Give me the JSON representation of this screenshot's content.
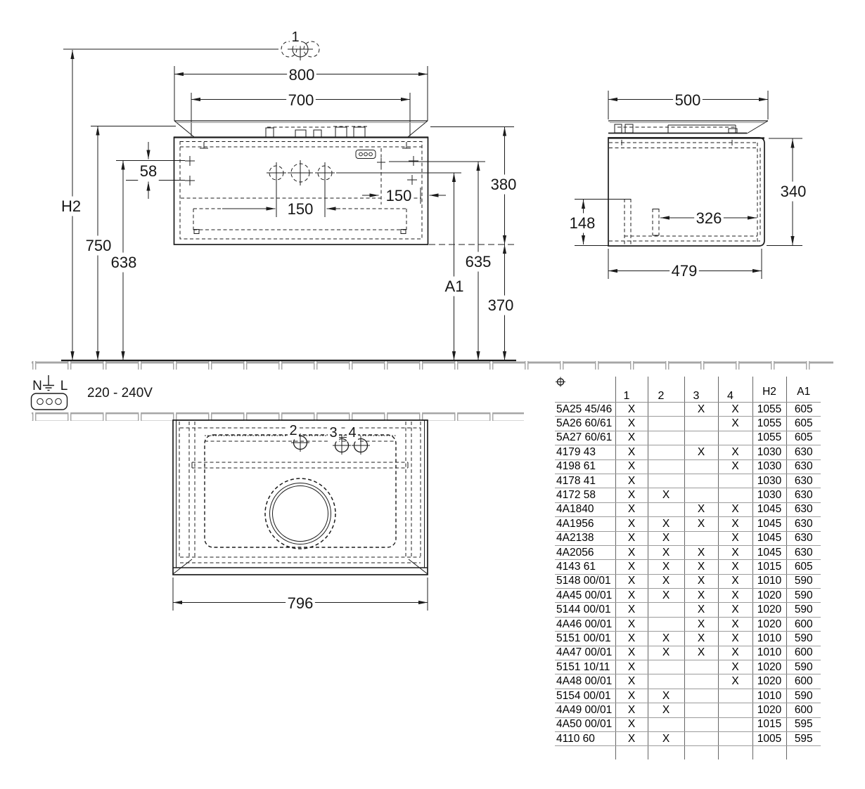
{
  "front_view": {
    "tap_symbol_label": "1",
    "h2": "H2",
    "d750": "750",
    "d638": "638",
    "d58": "58",
    "d800": "800",
    "d700": "700",
    "d150_left": "150",
    "d150_right": "150",
    "d380": "380",
    "d635": "635",
    "a1": "A1",
    "d370": "370"
  },
  "side_view": {
    "d500": "500",
    "d340": "340",
    "d148": "148",
    "d326": "326",
    "d479": "479"
  },
  "plan_view": {
    "hole2": "2",
    "hole3": "3",
    "hole4": "4",
    "d796": "796"
  },
  "electrical": {
    "neutral": "N",
    "line": "L",
    "voltage": "220 - 240V"
  },
  "table": {
    "hole_headers": [
      "1",
      "2",
      "3",
      "4"
    ],
    "h2_header": "H2",
    "a1_header": "A1",
    "rows": [
      {
        "model": "5A25 45/46",
        "holes": [
          "X",
          "",
          "X",
          "X"
        ],
        "h2": "1055",
        "a1": "605"
      },
      {
        "model": "5A26 60/61",
        "holes": [
          "X",
          "",
          "",
          "X"
        ],
        "h2": "1055",
        "a1": "605"
      },
      {
        "model": "5A27 60/61",
        "holes": [
          "X",
          "",
          "",
          ""
        ],
        "h2": "1055",
        "a1": "605"
      },
      {
        "model": "4179 43",
        "holes": [
          "X",
          "",
          "X",
          "X"
        ],
        "h2": "1030",
        "a1": "630"
      },
      {
        "model": "4198 61",
        "holes": [
          "X",
          "",
          "",
          "X"
        ],
        "h2": "1030",
        "a1": "630"
      },
      {
        "model": "4178 41",
        "holes": [
          "X",
          "",
          "",
          ""
        ],
        "h2": "1030",
        "a1": "630"
      },
      {
        "model": "4172 58",
        "holes": [
          "X",
          "X",
          "",
          ""
        ],
        "h2": "1030",
        "a1": "630"
      },
      {
        "model": "4A1840",
        "holes": [
          "X",
          "",
          "X",
          "X"
        ],
        "h2": "1045",
        "a1": "630"
      },
      {
        "model": "4A1956",
        "holes": [
          "X",
          "X",
          "X",
          "X"
        ],
        "h2": "1045",
        "a1": "630"
      },
      {
        "model": "4A2138",
        "holes": [
          "X",
          "X",
          "",
          "X"
        ],
        "h2": "1045",
        "a1": "630"
      },
      {
        "model": "4A2056",
        "holes": [
          "X",
          "X",
          "X",
          "X"
        ],
        "h2": "1045",
        "a1": "630"
      },
      {
        "model": "4143 61",
        "holes": [
          "X",
          "X",
          "X",
          "X"
        ],
        "h2": "1015",
        "a1": "605"
      },
      {
        "model": "5148 00/01",
        "holes": [
          "X",
          "X",
          "X",
          "X"
        ],
        "h2": "1010",
        "a1": "590"
      },
      {
        "model": "4A45 00/01",
        "holes": [
          "X",
          "X",
          "X",
          "X"
        ],
        "h2": "1020",
        "a1": "590"
      },
      {
        "model": "5144 00/01",
        "holes": [
          "X",
          "",
          "X",
          "X"
        ],
        "h2": "1020",
        "a1": "590"
      },
      {
        "model": "4A46 00/01",
        "holes": [
          "X",
          "",
          "X",
          "X"
        ],
        "h2": "1020",
        "a1": "600"
      },
      {
        "model": "5151 00/01",
        "holes": [
          "X",
          "X",
          "X",
          "X"
        ],
        "h2": "1010",
        "a1": "590"
      },
      {
        "model": "4A47 00/01",
        "holes": [
          "X",
          "X",
          "X",
          "X"
        ],
        "h2": "1010",
        "a1": "600"
      },
      {
        "model": "5151 10/11",
        "holes": [
          "X",
          "",
          "",
          "X"
        ],
        "h2": "1020",
        "a1": "590"
      },
      {
        "model": "4A48 00/01",
        "holes": [
          "X",
          "",
          "",
          "X"
        ],
        "h2": "1020",
        "a1": "600"
      },
      {
        "model": "5154 00/01",
        "holes": [
          "X",
          "X",
          "",
          ""
        ],
        "h2": "1010",
        "a1": "590"
      },
      {
        "model": "4A49 00/01",
        "holes": [
          "X",
          "X",
          "",
          ""
        ],
        "h2": "1020",
        "a1": "600"
      },
      {
        "model": "4A50 00/01",
        "holes": [
          "X",
          "",
          "",
          ""
        ],
        "h2": "1015",
        "a1": "595"
      },
      {
        "model": "4110 60",
        "holes": [
          "X",
          "X",
          "",
          ""
        ],
        "h2": "1005",
        "a1": "595"
      }
    ]
  },
  "colors": {
    "line": "#1c1c1c",
    "gray_line": "#9b9b9b",
    "background": "#ffffff"
  }
}
